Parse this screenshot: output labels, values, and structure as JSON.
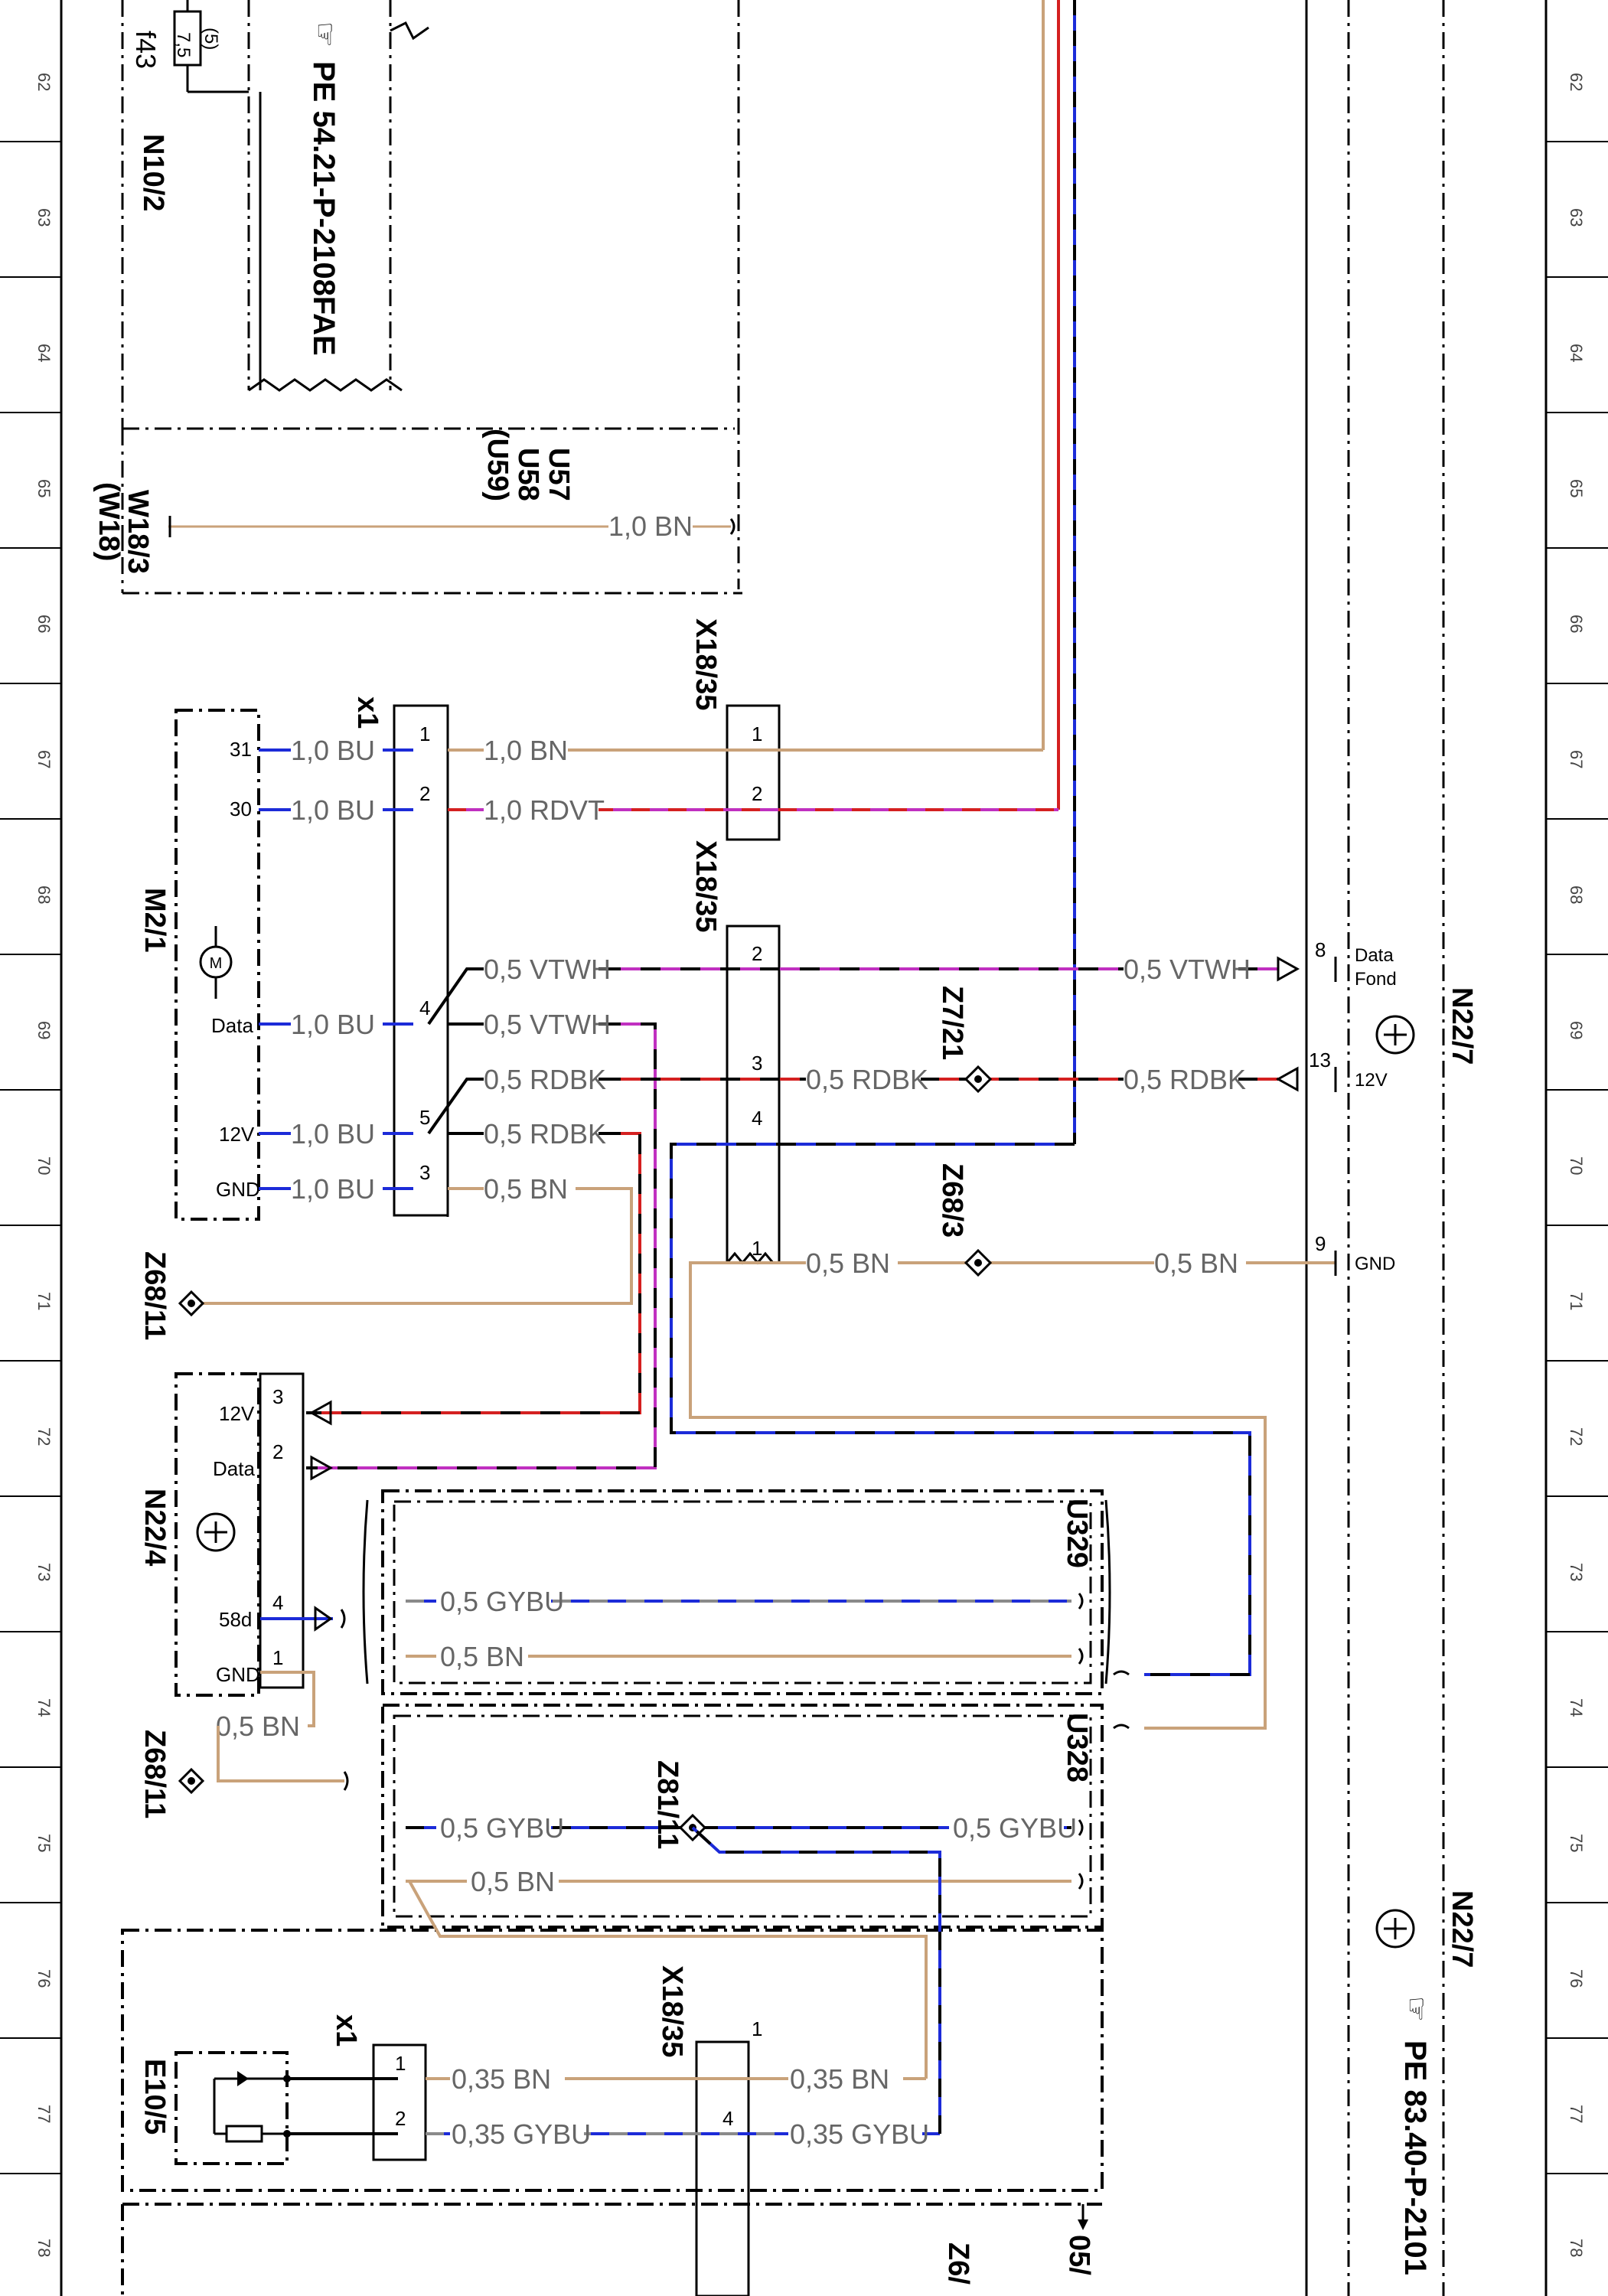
{
  "row_numbers": [
    "62",
    "63",
    "64",
    "65",
    "66",
    "67",
    "68",
    "69",
    "70",
    "71",
    "72",
    "73",
    "74",
    "75",
    "76",
    "77",
    "78"
  ],
  "components": {
    "n10_2": "N10/2",
    "f43": "f43",
    "fuse_rating": "7,5",
    "fuse_pin": "(5)",
    "pe_top": "PE 54.21-P-2108FAE",
    "u57": "U57",
    "u58": "U58",
    "u59": "(U59)",
    "w18_3": "W18/3",
    "w18": "(W18)",
    "m2_1": "M2/1",
    "x1_top": "x1",
    "x18_35_a": "X18/35",
    "x18_35_b": "X18/35",
    "z7_21": "Z7/21",
    "z68_3": "Z68/3",
    "z68_11_a": "Z68/11",
    "z68_11_b": "Z68/11",
    "n22_4": "N22/4",
    "n22_7": "N22/7",
    "n22_7_bottom": "N22/7",
    "u329": "U329",
    "u328": "U328",
    "z81_11": "Z81/11",
    "x18_35_c": "X18/35",
    "x1_bottom": "x1",
    "e10_5": "E10/5",
    "z6": "Z6/",
    "pe_bottom": "PE 83.40-P-2101",
    "arrow_ref": "05/"
  },
  "wires": {
    "bn_1_0": "1,0 BN",
    "bu_1_0": "1,0 BU",
    "rdvt_1_0": "1,0 RDVT",
    "vtwh_0_5": "0,5 VTWH",
    "rdbk_0_5": "0,5 RDBK",
    "bn_0_5": "0,5 BN",
    "gybu_0_5": "0,5 GYBU",
    "bn_0_35": "0,35 BN",
    "gybu_0_35": "0,35 GYBU"
  },
  "pins": {
    "m2_31": "31",
    "m2_30": "30",
    "m2_data": "Data",
    "m2_12v": "12V",
    "m2_gnd": "GND",
    "n22_7_data": "Data",
    "n22_7_fond": "Fond",
    "n22_7_12v": "12V",
    "n22_7_gnd": "GND",
    "n22_4_12v": "12V",
    "n22_4_data": "Data",
    "n22_4_58d": "58d",
    "n22_4_gnd": "GND",
    "n1": "1",
    "n2": "2",
    "n3": "3",
    "n4": "4",
    "n5": "5",
    "n8": "8",
    "n9": "9",
    "n13": "13"
  },
  "colors": {
    "bn": "#c9a27a",
    "bu": "#1c2bd8",
    "rd": "#d42020",
    "vt": "#c030c0",
    "bk": "#000000",
    "gy": "#8a8a8a"
  },
  "icons": [
    "motor-icon",
    "control-unit-icon",
    "pointer-hand-icon",
    "lamp-icon",
    "resistor-icon"
  ]
}
